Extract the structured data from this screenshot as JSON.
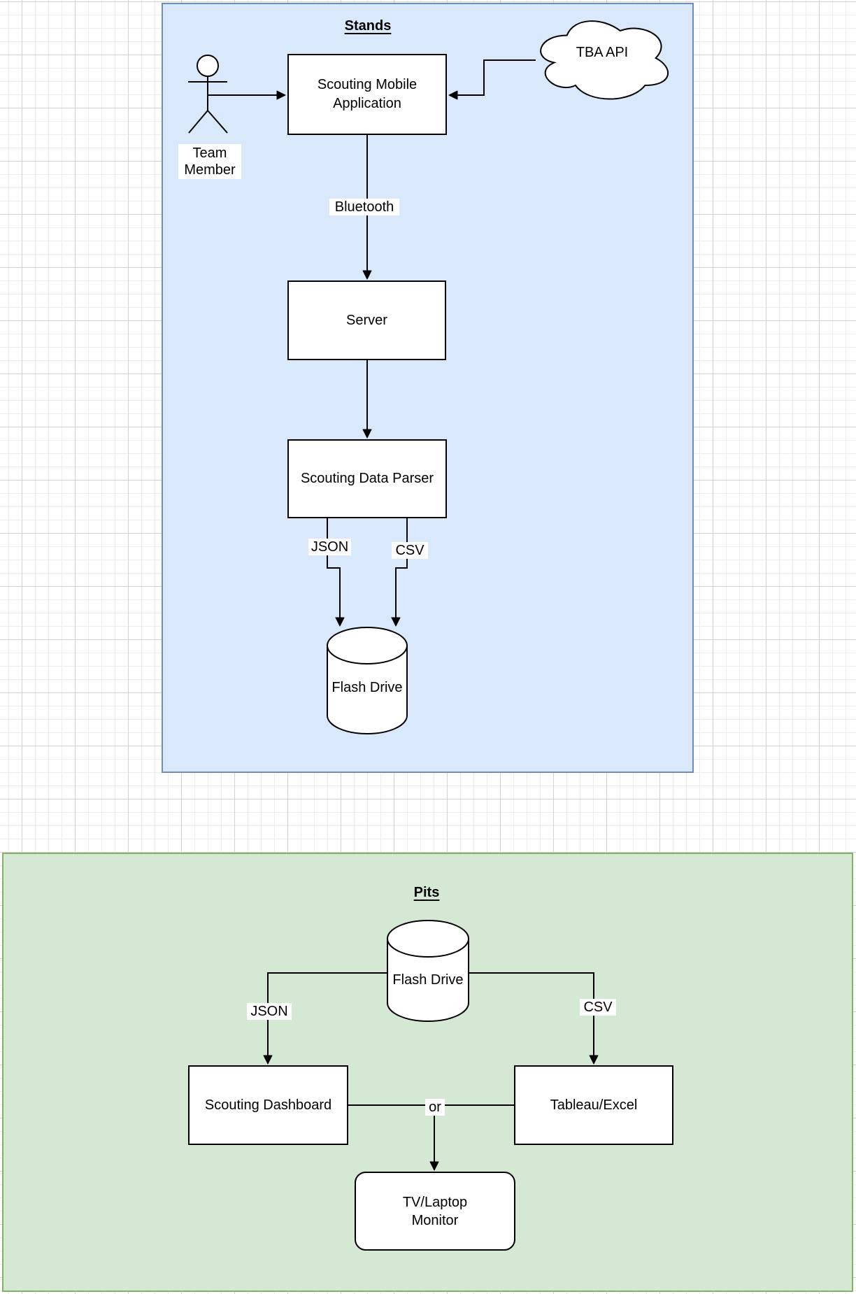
{
  "diagram": {
    "stands": {
      "title": "Stands",
      "actor": {
        "label": "Team Member"
      },
      "cloud": {
        "label": "TBA API"
      },
      "mobile_app": {
        "label": "Scouting Mobile Application"
      },
      "server": {
        "label": "Server"
      },
      "parser": {
        "label": "Scouting Data Parser"
      },
      "flash_drive": {
        "label": "Flash Drive"
      },
      "edges": {
        "bluetooth": "Bluetooth",
        "json": "JSON",
        "csv": "CSV"
      }
    },
    "pits": {
      "title": "Pits",
      "flash_drive": {
        "label": "Flash Drive"
      },
      "dashboard": {
        "label": "Scouting Dashboard"
      },
      "tableau": {
        "label": "Tableau/Excel"
      },
      "monitor": {
        "label": "TV/Laptop Monitor"
      },
      "edges": {
        "json": "JSON",
        "csv": "CSV",
        "or": "or"
      }
    },
    "colors": {
      "stands_fill": "#dae8fc",
      "stands_border": "#6c8ebf",
      "pits_fill": "#d5e8d4",
      "pits_border": "#82b366",
      "shape_fill": "#ffffff",
      "line": "#000000"
    }
  }
}
